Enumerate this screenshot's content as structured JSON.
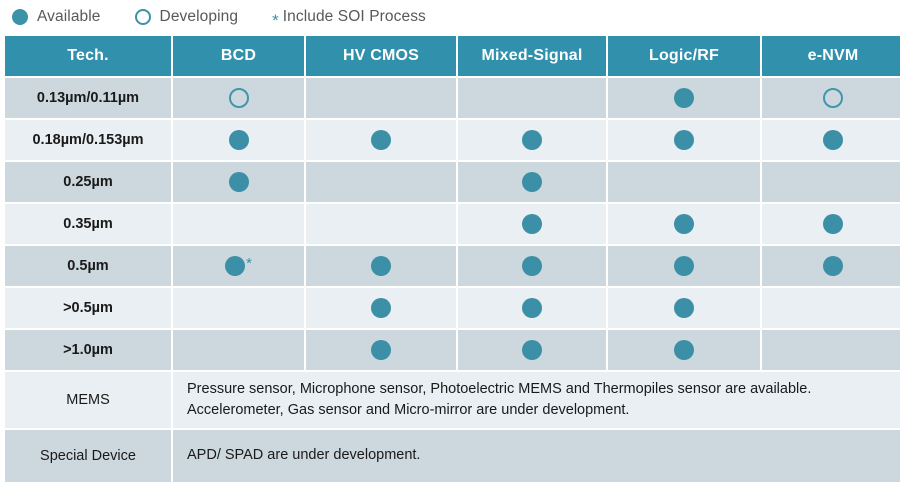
{
  "legend": {
    "items": [
      {
        "marker": "filled-circle",
        "icon_name": "available-dot-icon",
        "label": "Available"
      },
      {
        "marker": "open-circle",
        "icon_name": "developing-dot-icon",
        "label": "Developing"
      },
      {
        "marker": "asterisk",
        "icon_name": "soi-asterisk-icon",
        "symbol": "*",
        "label": "Include SOI Process"
      }
    ]
  },
  "colors": {
    "header_teal": "#3190ab",
    "marker_teal": "#3b8fa6",
    "row_odd": "#ccd8de",
    "row_even": "#e9eff2",
    "legend_text": "#595959",
    "header_text": "#ffffff"
  },
  "table": {
    "columns": [
      "Tech.",
      "BCD",
      "HV CMOS",
      "Mixed-Signal",
      "Logic/RF",
      "e-NVM"
    ],
    "rows": [
      {
        "label": "0.13µm/0.11µm",
        "cells": [
          "open",
          "",
          "",
          "filled",
          "open"
        ]
      },
      {
        "label": "0.18µm/0.153µm",
        "cells": [
          "filled",
          "filled",
          "filled",
          "filled",
          "filled"
        ]
      },
      {
        "label": "0.25µm",
        "cells": [
          "filled",
          "",
          "filled",
          "",
          ""
        ]
      },
      {
        "label": "0.35µm",
        "cells": [
          "",
          "",
          "filled",
          "filled",
          "filled"
        ]
      },
      {
        "label": "0.5µm",
        "cells": [
          "filled-star",
          "filled",
          "filled",
          "filled",
          "filled"
        ]
      },
      {
        "label": ">0.5µm",
        "cells": [
          "",
          "filled",
          "filled",
          "filled",
          ""
        ]
      },
      {
        "label": ">1.0µm",
        "cells": [
          "",
          "filled",
          "filled",
          "filled",
          ""
        ]
      }
    ],
    "notes": [
      {
        "label": "MEMS",
        "lines": [
          "Pressure sensor, Microphone sensor, Photoelectric MEMS and Thermopiles sensor are available.",
          "Accelerometer, Gas sensor and Micro-mirror are under development."
        ]
      },
      {
        "label": "Special Device",
        "lines": [
          "APD/ SPAD are under development."
        ]
      }
    ]
  }
}
